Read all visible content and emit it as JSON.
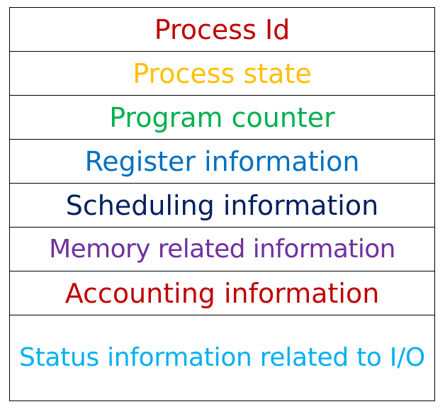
{
  "pcb": {
    "rows": [
      {
        "label": "Process Id",
        "color": "#c00000"
      },
      {
        "label": "Process state",
        "color": "#ffc000"
      },
      {
        "label": "Program counter",
        "color": "#00b050"
      },
      {
        "label": "Register information",
        "color": "#0070c0"
      },
      {
        "label": "Scheduling information",
        "color": "#002060"
      },
      {
        "label": "Memory related information",
        "color": "#7030a0"
      },
      {
        "label": "Accounting information",
        "color": "#c00000"
      },
      {
        "label": "Status information related to I/O",
        "color": "#00b0f0"
      }
    ]
  }
}
